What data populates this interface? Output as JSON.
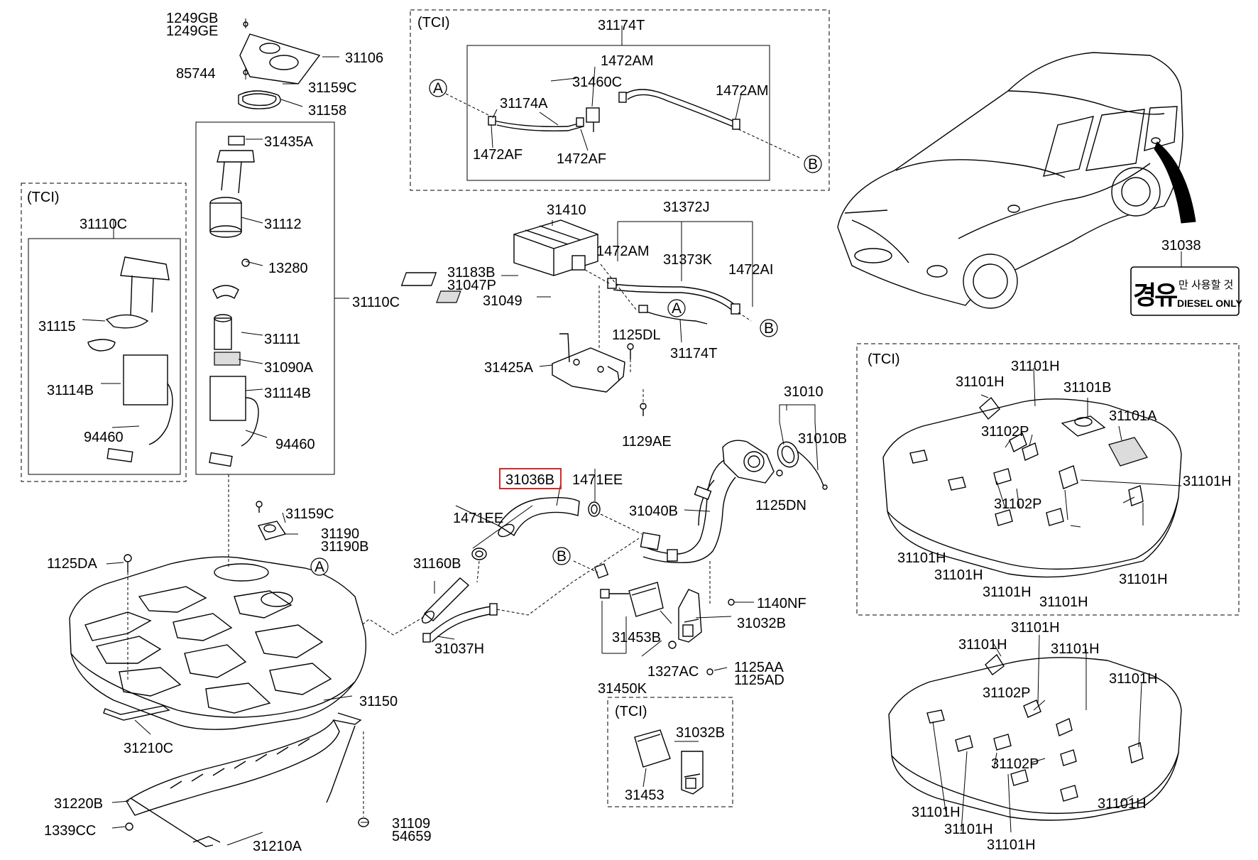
{
  "labels": {
    "l_1249GB": "1249GB",
    "l_1249GE": "1249GE",
    "l_31106": "31106",
    "l_85744": "85744",
    "l_31159C_top": "31159C",
    "l_31158": "31158",
    "l_31435A": "31435A",
    "l_31112": "31112",
    "l_13280": "13280",
    "l_31110C_right": "31110C",
    "l_31111": "31111",
    "l_31090A": "31090A",
    "l_31114B_mid": "31114B",
    "l_94460_mid": "94460",
    "l_tci_left": "(TCI)",
    "l_31110C_left": "31110C",
    "l_31115": "31115",
    "l_31114B_left": "31114B",
    "l_94460_left": "94460",
    "l_tci_top": "(TCI)",
    "l_31174T_top": "31174T",
    "l_1472AM_a": "1472AM",
    "l_31460C": "31460C",
    "l_1472AM_b": "1472AM",
    "l_31174A": "31174A",
    "l_1472AF_a": "1472AF",
    "l_1472AF_b": "1472AF",
    "l_31410": "31410",
    "l_31372J": "31372J",
    "l_1472AM_c": "1472AM",
    "l_31373K": "31373K",
    "l_1472AI": "1472AI",
    "l_31183B": "31183B",
    "l_31047P": "31047P",
    "l_31049": "31049",
    "l_1125DL": "1125DL",
    "l_31174T_mid": "31174T",
    "l_31425A": "31425A",
    "l_1129AE": "1129AE",
    "l_31038": "31038",
    "l_31010": "31010",
    "l_31010B": "31010B",
    "l_31036B": "31036B",
    "l_1471EE_a": "1471EE",
    "l_1471EE_b": "1471EE",
    "l_31040B": "31040B",
    "l_1125DN": "1125DN",
    "l_31159C_mid": "31159C",
    "l_31190": "31190",
    "l_31190B": "31190B",
    "l_1125DA": "1125DA",
    "l_31160B": "31160B",
    "l_31037H": "31037H",
    "l_1140NF": "1140NF",
    "l_31032B_mid": "31032B",
    "l_31453B": "31453B",
    "l_1327AC": "1327AC",
    "l_1125AA": "1125AA",
    "l_1125AD": "1125AD",
    "l_31450K": "31450K",
    "l_31150": "31150",
    "l_31210C": "31210C",
    "l_31220B": "31220B",
    "l_1339CC": "1339CC",
    "l_31210A": "31210A",
    "l_31109": "31109",
    "l_54659": "54659",
    "l_tci_bottom": "(TCI)",
    "l_31032B_bot": "31032B",
    "l_31453": "31453",
    "l_tci_right": "(TCI)",
    "r1_31101H_a": "31101H",
    "r1_31101H_b": "31101H",
    "r1_31101B": "31101B",
    "r1_31101A": "31101A",
    "r1_31102P_a": "31102P",
    "r1_31101H_c": "31101H",
    "r1_31102P_b": "31102P",
    "r1_31101H_d": "31101H",
    "r1_31101H_e": "31101H",
    "r1_31101H_f": "31101H",
    "r1_31101H_g": "31101H",
    "r1_31101H_h": "31101H",
    "r2_31101H_a": "31101H",
    "r2_31101H_b": "31101H",
    "r2_31101H_c": "31101H",
    "r2_31101H_d": "31101H",
    "r2_31102P_a": "31102P",
    "r2_31102P_b": "31102P",
    "r2_31101H_e": "31101H",
    "r2_31101H_f": "31101H",
    "r2_31101H_g": "31101H",
    "r2_31101H_h": "31101H"
  },
  "markers": {
    "A": "A",
    "B": "B"
  },
  "sticker": {
    "korean_top": "만 사용할 것",
    "korean_big": "경유",
    "english": "DIESEL ONLY"
  },
  "highlight_part": "31036B",
  "colors": {
    "highlight": "#d62828",
    "line": "#000000"
  }
}
